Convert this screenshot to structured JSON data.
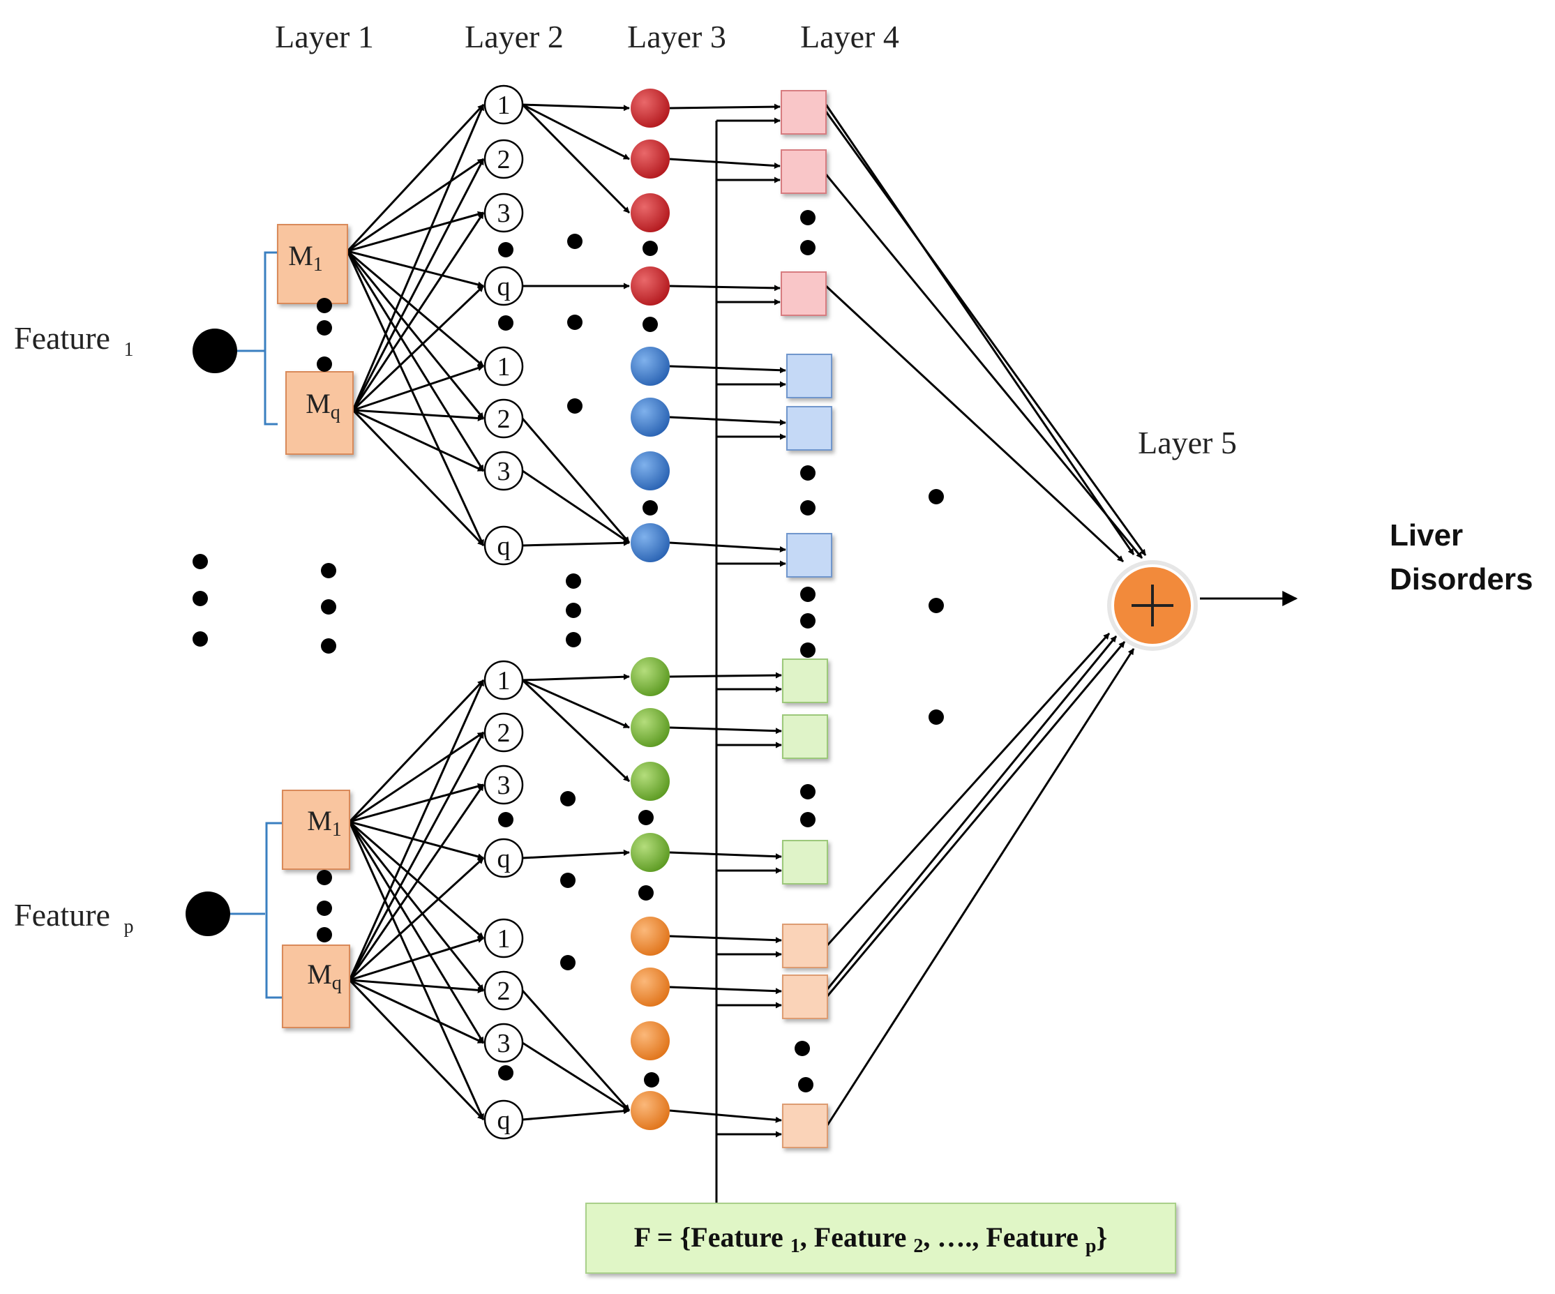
{
  "layers": {
    "layer1": "Layer 1",
    "layer2": "Layer 2",
    "layer3": "Layer 3",
    "layer4": "Layer 4",
    "layer5": "Layer 5"
  },
  "features": {
    "feature1": {
      "name": "Feature",
      "subscript": "1"
    },
    "featurep": {
      "name": "Feature",
      "subscript": "p"
    }
  },
  "membership": {
    "m1": {
      "name": "M",
      "subscript": "1"
    },
    "mq": {
      "name": "M",
      "subscript": "q"
    }
  },
  "rule_nodes": [
    "1",
    "2",
    "3",
    "q"
  ],
  "output": {
    "line1": "Liver",
    "line2": "Disorders"
  },
  "formula": {
    "prefix": "F = {Feature ",
    "sub1": "1",
    "mid1": ", Feature ",
    "sub2": "2",
    "mid2": ", …., Feature ",
    "sub3": "p",
    "suffix": "}"
  },
  "colors": {
    "membership_fill": "#f9c59f",
    "red": "#c8262b",
    "blue": "#3f7fcf",
    "green": "#7dba3a",
    "orange": "#f08a2a",
    "pink_box": "#f9c6c8",
    "blue_box": "#c5d9f6",
    "green_box": "#dff3c8",
    "peach_box": "#fad3b8",
    "sum_node": "#f28a3b",
    "formula_box": "#e0f6c6"
  }
}
